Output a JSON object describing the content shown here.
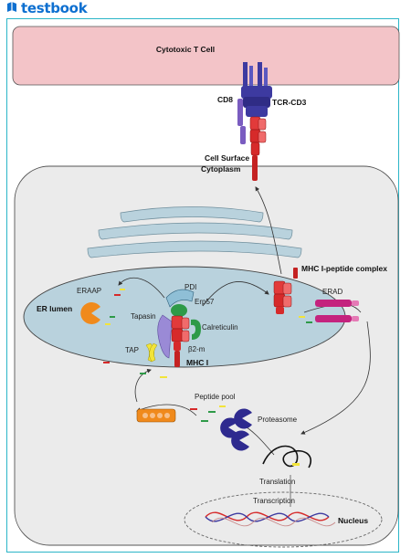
{
  "brand": {
    "name": "testbook",
    "color": "#0d6fd0",
    "icon": "book-icon"
  },
  "diagram": {
    "cytotoxic_t_cell": "Cytotoxic T Cell",
    "cd8": "CD8",
    "tcr_cd3": "TCR-CD3",
    "cell_surface": "Cell Surface",
    "cytoplasm": "Cytoplasm",
    "mhc_peptide_complex": "MHC I-peptide complex",
    "er_lumen": "ER lumen",
    "eraap": "ERAAP",
    "pdi": "PDI",
    "erp57": "Erp57",
    "tapasin": "Tapasin",
    "calreticulin": "Calreticulin",
    "b2m": "β2-m",
    "tap": "TAP",
    "mhc_i": "MHC I",
    "erad": "ERAD",
    "peptide_pool": "Peptide pool",
    "proteasome": "Proteasome",
    "translation": "Translation",
    "transcription": "Transcription",
    "nucleus": "Nucleus"
  },
  "colors": {
    "frame": "#2bb5c8",
    "t_cell": "#f3c4c8",
    "cell": "#ebebeb",
    "er": "#b9d2dd",
    "mhc": "#d62a2a",
    "tcr": "#3d3aa0",
    "cd8": "#7a5cc0",
    "erad": "#c4237e",
    "proteasome": "#2e2a8f",
    "tap": "#f2e43a",
    "eraap": "#f08a1c",
    "chaperone_green": "#2e9a48",
    "tapasin": "#9a8ad6"
  }
}
